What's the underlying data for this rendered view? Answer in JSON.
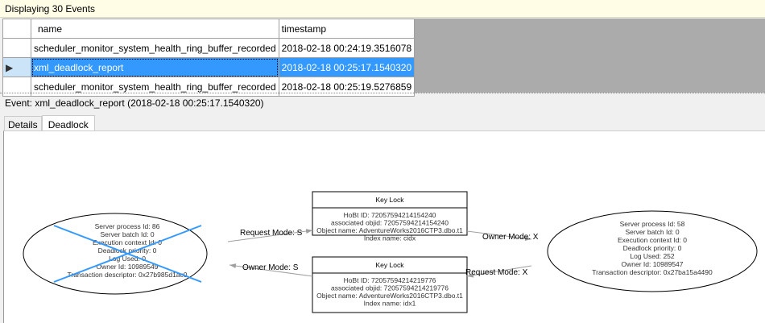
{
  "header": {
    "title": "Displaying 30 Events"
  },
  "grid": {
    "columns": [
      "name",
      "timestamp"
    ],
    "rows": [
      {
        "name": "scheduler_monitor_system_health_ring_buffer_recorded",
        "timestamp": "2018-02-18 00:24:19.3516078",
        "selected": false
      },
      {
        "name": "xml_deadlock_report",
        "timestamp": "2018-02-18 00:25:17.1540320",
        "selected": true
      },
      {
        "name": "scheduler_monitor_system_health_ring_buffer_recorded",
        "timestamp": "2018-02-18 00:25:19.5276859",
        "selected": false
      }
    ]
  },
  "event_label": "Event: xml_deadlock_report (2018-02-18 00:25:17.1540320)",
  "tabs": [
    {
      "label": "Details",
      "active": false
    },
    {
      "label": "Deadlock",
      "active": true
    }
  ],
  "deadlock": {
    "victim_color": "#3399ff",
    "victim": {
      "lines": [
        "Server process Id: 86",
        "Server batch Id: 0",
        "Execution context Id: 0",
        "Deadlock priority: 0",
        "Log Used: 0",
        "Owner Id: 10989549",
        "Transaction descriptor: 0x27b985d1ac0"
      ]
    },
    "process2": {
      "lines": [
        "Server process Id: 58",
        "Server batch Id: 0",
        "Execution context Id: 0",
        "Deadlock priority: 0",
        "Log Used: 252",
        "Owner Id: 10989547",
        "Transaction descriptor: 0x27ba15a4490"
      ]
    },
    "lock1": {
      "title": "Key Lock",
      "lines": [
        "HoBt ID: 72057594214154240",
        "associated objid: 72057594214154240",
        "Object name: AdventureWorks2016CTP3.dbo.t1",
        "Index name: cidx"
      ]
    },
    "lock2": {
      "title": "Key Lock",
      "lines": [
        "HoBt ID: 72057594214219776",
        "associated objid: 72057594214219776",
        "Object name: AdventureWorks2016CTP3.dbo.t1",
        "Index name: idx1"
      ]
    },
    "edges": {
      "victim_request": "Request Mode: S",
      "victim_owner": "Owner Mode: S",
      "p2_owner": "Owner Mode: X",
      "p2_request": "Request Mode: X"
    }
  }
}
